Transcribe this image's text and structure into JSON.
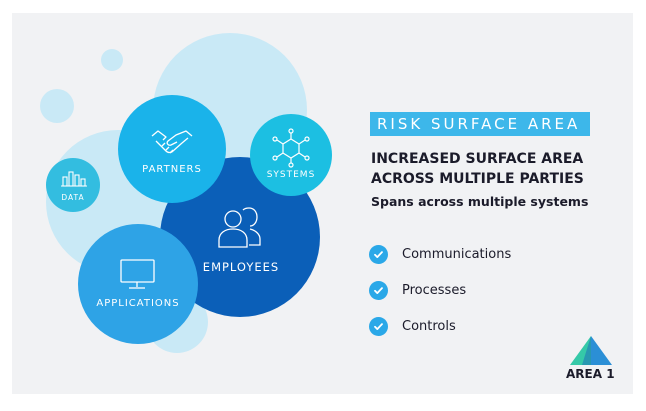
{
  "diagram": {
    "circles": [
      {
        "label": "PARTNERS",
        "icon": "handshake-icon"
      },
      {
        "label": "SYSTEMS",
        "icon": "network-icon"
      },
      {
        "label": "DATA",
        "icon": "bar-chart-icon"
      },
      {
        "label": "EMPLOYEES",
        "icon": "people-icon"
      },
      {
        "label": "APPLICATIONS",
        "icon": "monitor-icon"
      }
    ],
    "colors": {
      "employees": "#0b5fb8",
      "applications": "#2ea3e6",
      "partners": "#1ab3ea",
      "systems": "#1cbfe2",
      "data": "#33bde0",
      "background_bubbles": "#c9e9f6",
      "accent": "#3db7ea"
    }
  },
  "content": {
    "tag": "RISK SURFACE AREA",
    "headline_lines": [
      "INCREASED SURFACE AREA",
      "ACROSS MULTIPLE PARTIES"
    ],
    "subhead": "Spans across multiple systems",
    "checklist": [
      "Communications",
      "Processes",
      "Controls"
    ]
  },
  "brand": {
    "name": "AREA 1",
    "icon": "triangle-logo-icon"
  }
}
